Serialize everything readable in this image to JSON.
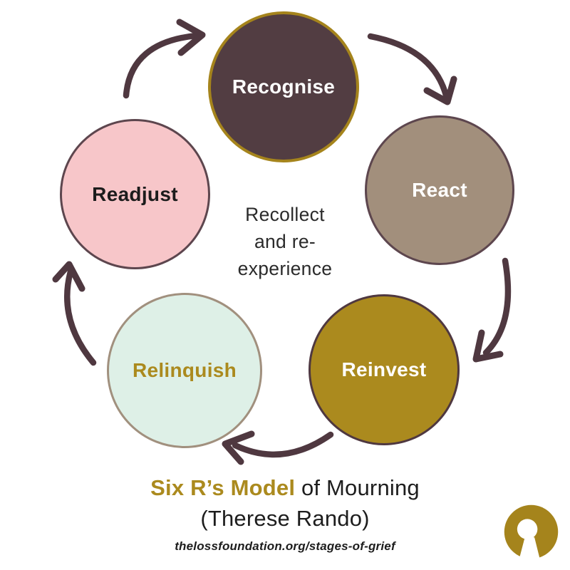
{
  "palette": {
    "plum": "#4f3840",
    "gold": "#ab8a1e",
    "taupe": "#a28f7c",
    "pink": "#f7c6c9",
    "mint": "#def0e7",
    "ink": "#1d1d1d",
    "center_text_color": "#2b2b2b",
    "white": "#ffffff"
  },
  "diagram": {
    "stages": [
      {
        "id": "recognise",
        "label": "Recognise",
        "fill": "#523d42",
        "border": "#a5841c",
        "text_color": "#ffffff"
      },
      {
        "id": "react",
        "label": "React",
        "fill": "#a28f7c",
        "border": "#5d464e",
        "text_color": "#ffffff"
      },
      {
        "id": "reinvest",
        "label": "Reinvest",
        "fill": "#ab8a1e",
        "border": "#4f3840",
        "text_color": "#ffffff"
      },
      {
        "id": "relinquish",
        "label": "Relinquish",
        "fill": "#def0e7",
        "border": "#a1907e",
        "text_color": "#ab8a1e"
      },
      {
        "id": "readjust",
        "label": "Readjust",
        "fill": "#f7c6c9",
        "border": "#5d464e",
        "text_color": "#1c1c1c"
      }
    ],
    "center_lines": [
      "Recollect",
      "and re-",
      "experience"
    ],
    "arrow_color": "#4f3840"
  },
  "title": {
    "highlight": "Six R’s Model",
    "rest": " of Mourning",
    "line2": "(Therese Rando)"
  },
  "footer": {
    "url_text": "thelossfoundation.org/stages-of-grief"
  },
  "logo": {
    "name": "loss-foundation-logo",
    "color": "#a5841c"
  }
}
